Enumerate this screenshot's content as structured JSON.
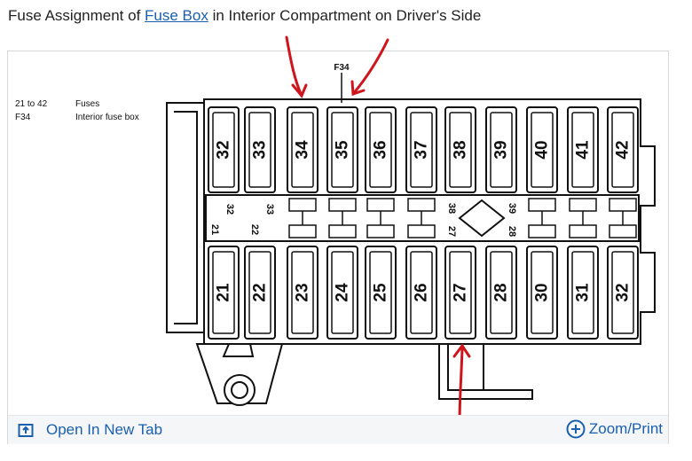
{
  "header": {
    "title_prefix": "Fuse Assignment of ",
    "title_link": "Fuse Box",
    "title_suffix": " in Interior Compartment on Driver's Side"
  },
  "legend": [
    {
      "key": "21 to 42",
      "value": "Fuses"
    },
    {
      "key": "F34",
      "value": "Interior fuse box"
    }
  ],
  "diagram": {
    "callout_label": "F34",
    "top_row_fuses": [
      "32",
      "33",
      "34",
      "35",
      "36",
      "37",
      "38",
      "39",
      "40",
      "41",
      "42"
    ],
    "bottom_row_fuses": [
      "21",
      "22",
      "23",
      "24",
      "25",
      "26",
      "27",
      "28",
      "30",
      "31",
      "32"
    ],
    "mid_labels_left": [
      "32",
      "33",
      "21",
      "22"
    ],
    "mid_labels_center": [
      "38",
      "39",
      "27",
      "28"
    ],
    "annotation_color": "#d0141c"
  },
  "footer": {
    "open_label": "Open In New Tab",
    "zoom_label": "Zoom/Print"
  },
  "colors": {
    "link": "#1a5fae",
    "annotation": "#d0141c"
  }
}
